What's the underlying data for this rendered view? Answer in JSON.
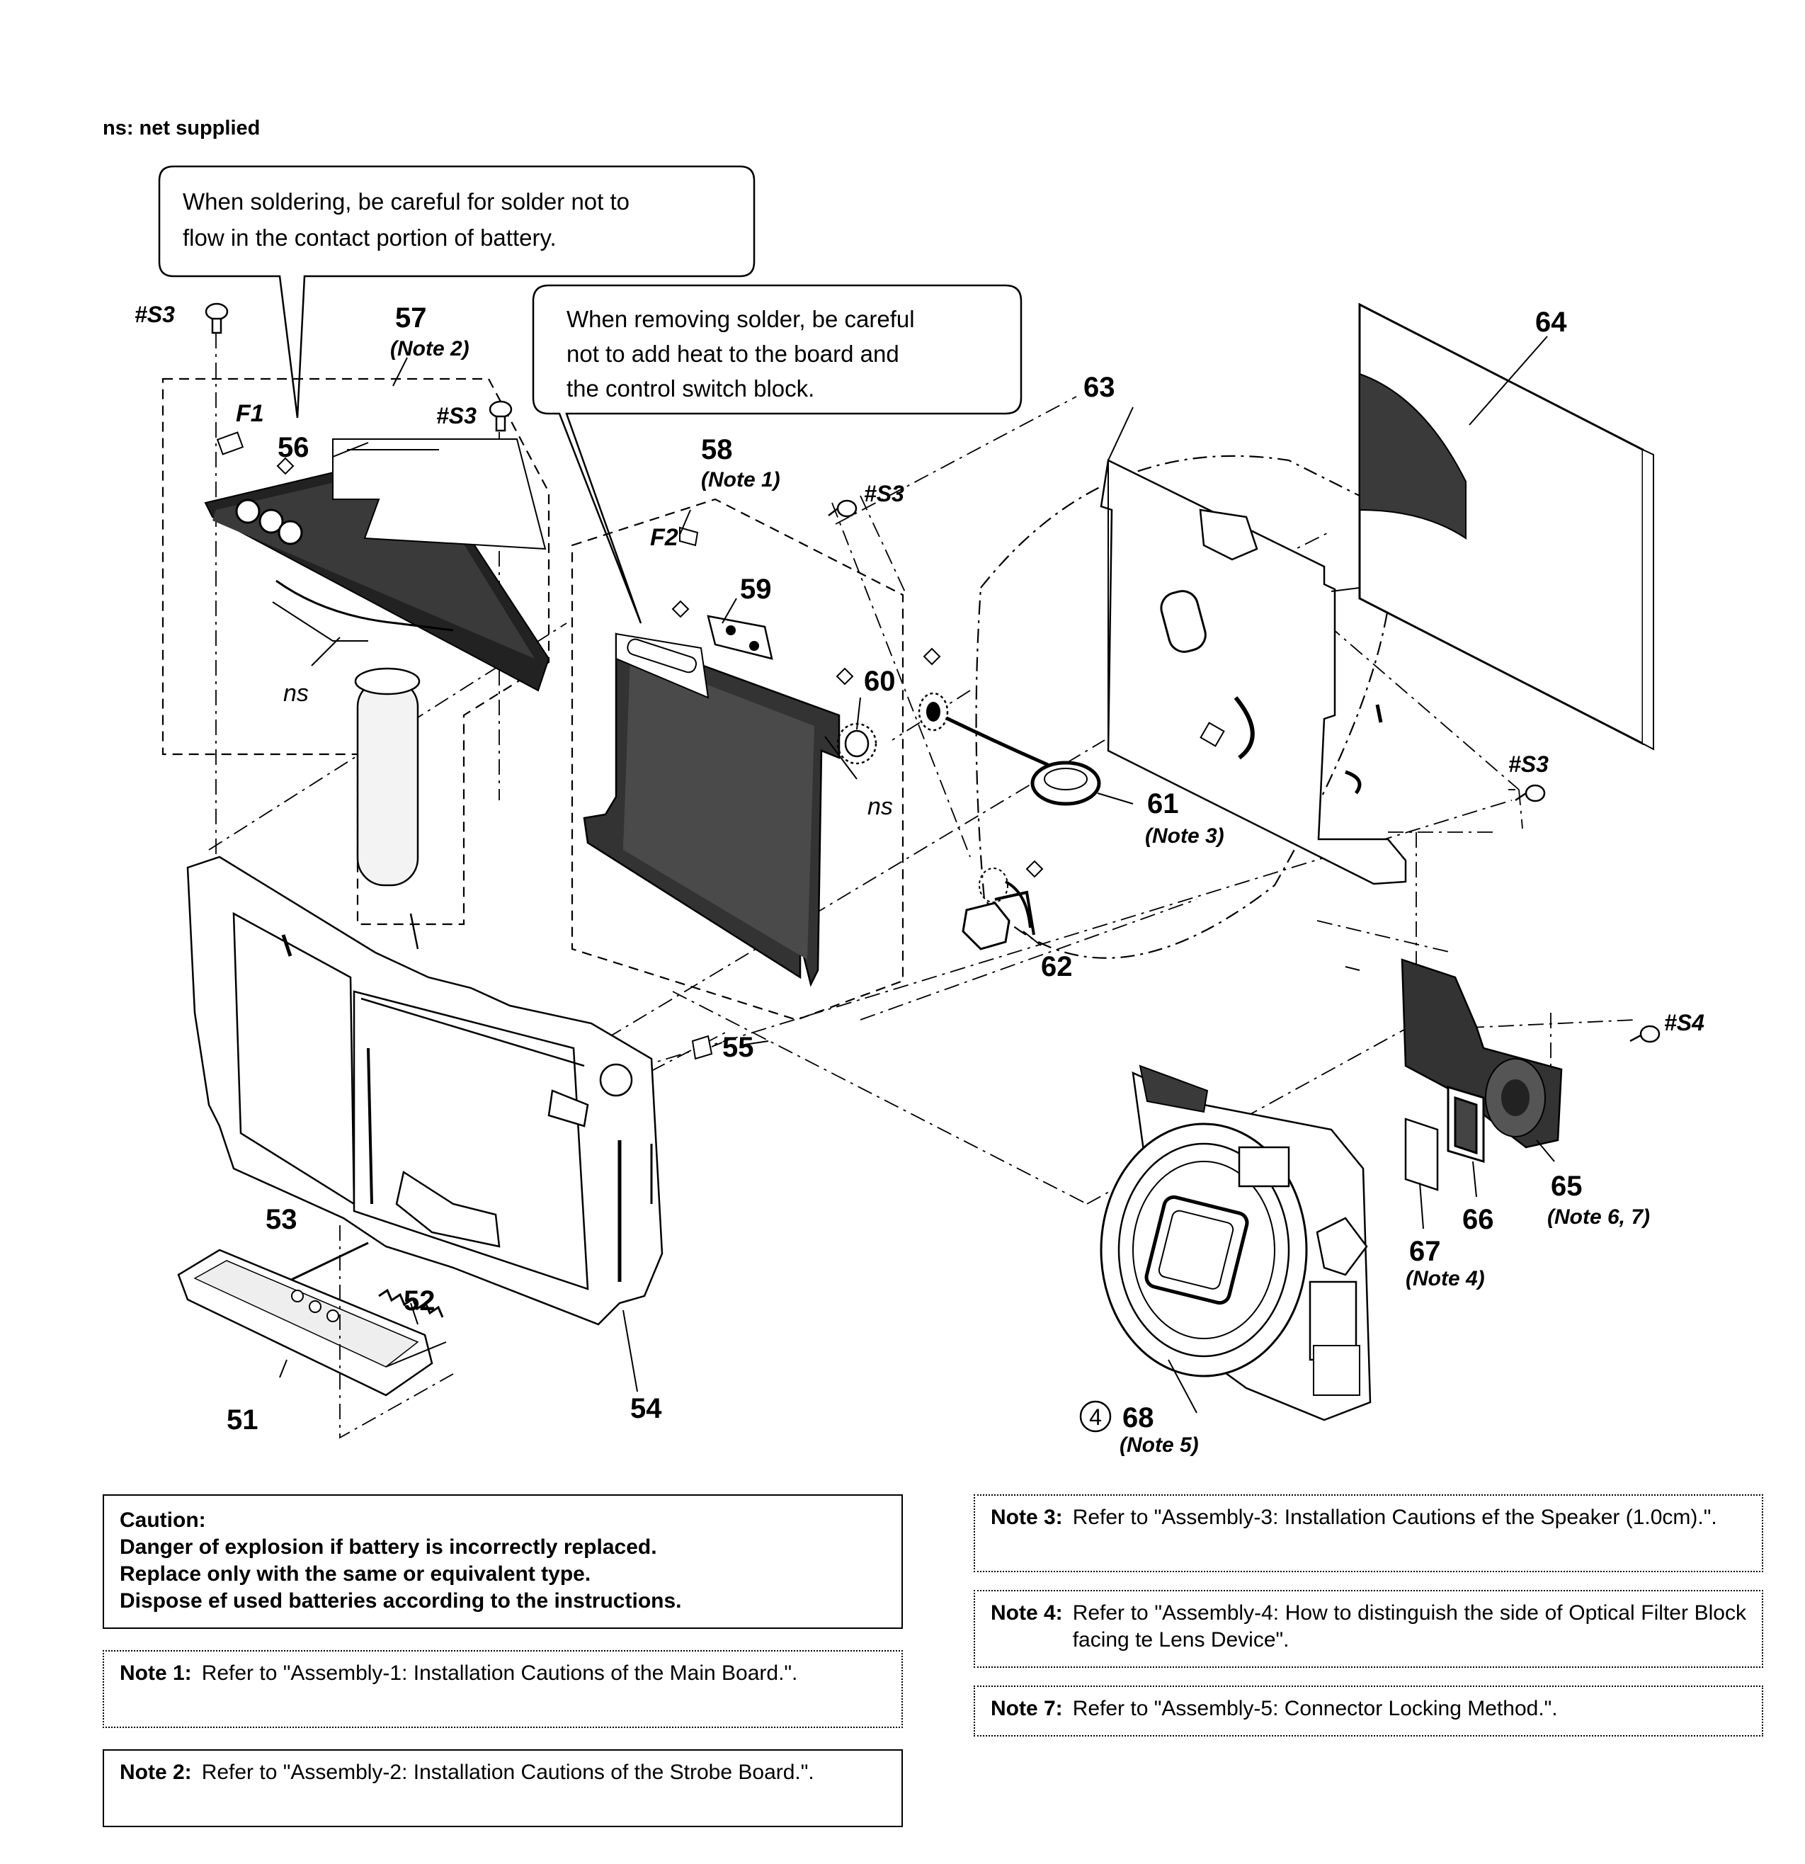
{
  "legend": "ns: net supplied",
  "callouts": {
    "soldering": [
      "When soldering, be careful for solder not to",
      "flow in the contact portion of battery."
    ],
    "removing": [
      "When removing solder, be careful",
      "not to add heat to the board and",
      "the control switch block."
    ]
  },
  "parts": {
    "p51": "51",
    "p52": "52",
    "p53": "53",
    "p54": "54",
    "p55": "55",
    "p56": "56",
    "p57": "57",
    "p58": "58",
    "p59": "59",
    "p60": "60",
    "p61": "61",
    "p62": "62",
    "p63": "63",
    "p64": "64",
    "p65": "65",
    "p66": "66",
    "p67": "67",
    "p68": "68"
  },
  "part_notes": {
    "n57": "(Note 2)",
    "n58": "(Note 1)",
    "n61": "(Note 3)",
    "n65": "(Note 6, 7)",
    "n67": "(Note 4)",
    "n68": "(Note 5)"
  },
  "screws": {
    "s3": "#S3",
    "s4": "#S4"
  },
  "fixtures": {
    "f1": "F1",
    "f2": "F2"
  },
  "ns_label": "ns",
  "ref_mark": "4",
  "caution": {
    "title": "Caution:",
    "lines": [
      "Danger of explosion if battery is incorrectly replaced.",
      "Replace only with the same or equivalent type.",
      "Dispose ef used batteries according to the instructions."
    ]
  },
  "notes": {
    "note1": {
      "key": "Note 1:",
      "text": "Refer to \"Assembly-1: Installation Cautions of the Main Board.\"."
    },
    "note2": {
      "key": "Note 2:",
      "text": "Refer to \"Assembly-2: Installation Cautions of the Strobe Board.\"."
    },
    "note3": {
      "key": "Note 3:",
      "text": "Refer to \"Assembly-3: Installation Cautions ef the Speaker (1.0cm).\"."
    },
    "note4": {
      "key": "Note 4:",
      "text": "Refer to \"Assembly-4: How to distinguish the side of Optical Filter Block facing te Lens Device\"."
    },
    "note7": {
      "key": "Note 7:",
      "text": "Refer to \"Assembly-5: Connector Locking Method.\"."
    }
  }
}
